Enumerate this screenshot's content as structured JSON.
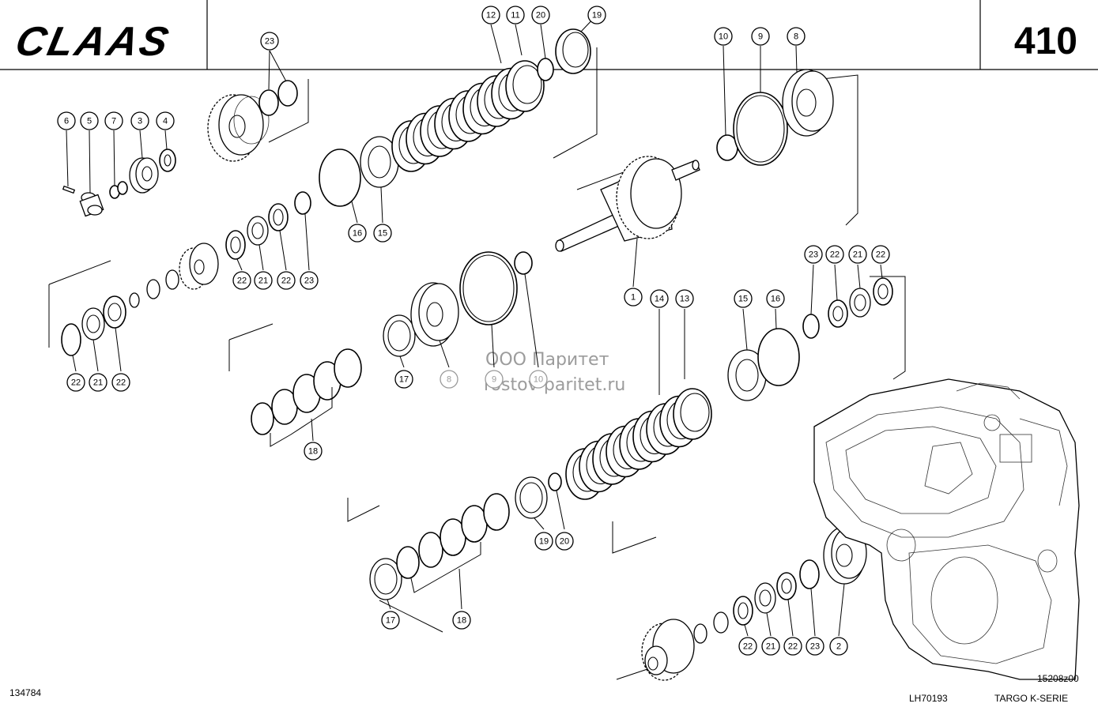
{
  "header": {
    "brand": "CLAAS",
    "page_number": "410"
  },
  "footer": {
    "left_code": "134784",
    "center_code": "LH70193",
    "right_code": "15208z00",
    "series": "TARGO K-SERIE"
  },
  "watermark": {
    "line1": "ООО Паритет",
    "line2": "rostov-paritet.ru"
  },
  "callouts": [
    {
      "id": "c12",
      "label": "12"
    },
    {
      "id": "c11",
      "label": "11"
    },
    {
      "id": "c20a",
      "label": "20"
    },
    {
      "id": "c19a",
      "label": "19"
    },
    {
      "id": "c23a",
      "label": "23"
    },
    {
      "id": "c6",
      "label": "6"
    },
    {
      "id": "c5",
      "label": "5"
    },
    {
      "id": "c7",
      "label": "7"
    },
    {
      "id": "c3",
      "label": "3"
    },
    {
      "id": "c4",
      "label": "4"
    },
    {
      "id": "c10a",
      "label": "10"
    },
    {
      "id": "c9a",
      "label": "9"
    },
    {
      "id": "c8a",
      "label": "8"
    },
    {
      "id": "c16a",
      "label": "16"
    },
    {
      "id": "c15a",
      "label": "15"
    },
    {
      "id": "c22a",
      "label": "22"
    },
    {
      "id": "c21a",
      "label": "21"
    },
    {
      "id": "c22b",
      "label": "22"
    },
    {
      "id": "c23b",
      "label": "23"
    },
    {
      "id": "c23c",
      "label": "23"
    },
    {
      "id": "c22c",
      "label": "22"
    },
    {
      "id": "c21b",
      "label": "21"
    },
    {
      "id": "c22d",
      "label": "22"
    },
    {
      "id": "c1",
      "label": "1"
    },
    {
      "id": "c14",
      "label": "14"
    },
    {
      "id": "c13",
      "label": "13"
    },
    {
      "id": "c15b",
      "label": "15"
    },
    {
      "id": "c16b",
      "label": "16"
    },
    {
      "id": "c22e",
      "label": "22"
    },
    {
      "id": "c21c",
      "label": "21"
    },
    {
      "id": "c22f",
      "label": "22"
    },
    {
      "id": "c17a",
      "label": "17"
    },
    {
      "id": "c8b",
      "label": "8"
    },
    {
      "id": "c9b",
      "label": "9"
    },
    {
      "id": "c10b",
      "label": "10"
    },
    {
      "id": "c18a",
      "label": "18"
    },
    {
      "id": "c19b",
      "label": "19"
    },
    {
      "id": "c20b",
      "label": "20"
    },
    {
      "id": "c17b",
      "label": "17"
    },
    {
      "id": "c18b",
      "label": "18"
    },
    {
      "id": "c22g",
      "label": "22"
    },
    {
      "id": "c21d",
      "label": "21"
    },
    {
      "id": "c22h",
      "label": "22"
    },
    {
      "id": "c23d",
      "label": "23"
    },
    {
      "id": "c2",
      "label": "2"
    }
  ]
}
